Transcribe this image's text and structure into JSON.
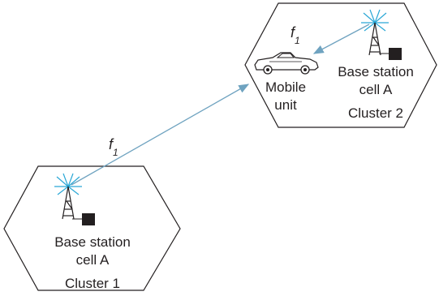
{
  "cluster1": {
    "station_label_line1": "Base station",
    "station_label_line2": "cell A",
    "cluster_label": "Cluster 1"
  },
  "cluster2": {
    "station_label_line1": "Base station",
    "station_label_line2": "cell A",
    "cluster_label": "Cluster 2",
    "mobile_label_line1": "Mobile",
    "mobile_label_line2": "unit"
  },
  "links": {
    "long_link_base": "f",
    "long_link_sub": "1",
    "short_link_base": "f",
    "short_link_sub": "1"
  },
  "colors": {
    "outline": "#231f20",
    "link": "#6fa3c0",
    "tower_glow": "#2aa7d6",
    "equipment": "#231f20"
  },
  "icons": [
    "antenna-tower-icon",
    "car-icon",
    "equipment-box-icon"
  ]
}
